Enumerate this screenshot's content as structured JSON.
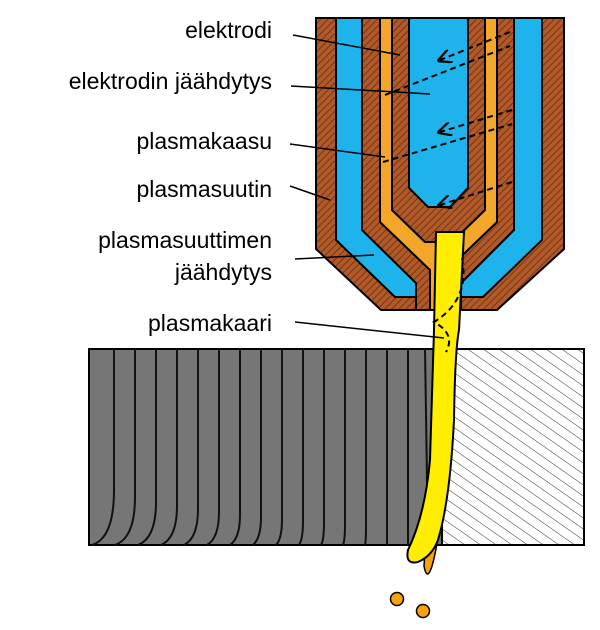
{
  "labels": {
    "electrode": "elektrodi",
    "electrode_cooling": "elektrodin jäähdytys",
    "plasma_gas": "plasmakaasu",
    "plasma_nozzle": "plasmasuutin",
    "nozzle_cooling_line1": "plasmasuuttimen",
    "nozzle_cooling_line2": "jäähdytys",
    "plasma_arc": "plasmakaari"
  },
  "colors": {
    "copper": "#b05a2a",
    "copper_hatch": "#7a3412",
    "coolant": "#1fb3ec",
    "gas": "#f2a72a",
    "arc": "#ffee00",
    "molten": "#f5a20c",
    "workpiece_cut": "#767676",
    "outline": "#000000"
  },
  "icons": {
    "flow_arrow": "dashed-arrow-icon"
  }
}
